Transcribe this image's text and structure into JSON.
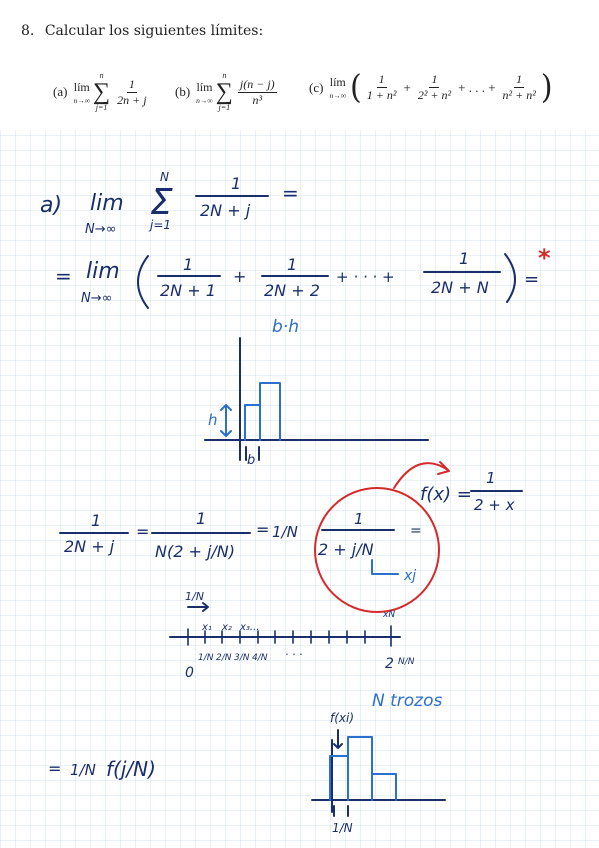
{
  "exercise": {
    "number": "8.",
    "title": "Calcular los siguientes límites:",
    "items": [
      {
        "label": "(a)",
        "lim_word": "lím",
        "lim_sub": "n→∞",
        "sum_upper": "n",
        "sum_lower": "j=1",
        "numerator": "1",
        "denominator": "2n + j"
      },
      {
        "label": "(b)",
        "lim_word": "lím",
        "lim_sub": "n→∞",
        "sum_upper": "n",
        "sum_lower": "j=1",
        "numerator": "j(n − j)",
        "denominator": "n³"
      },
      {
        "label": "(c)",
        "lim_word": "lím",
        "lim_sub": "n→∞",
        "terms": [
          {
            "numerator": "1",
            "denominator": "1 + n²"
          },
          {
            "numerator": "1",
            "denominator": "2² + n²"
          },
          {
            "numerator": "1",
            "denominator": "n² + n²"
          }
        ],
        "ellipsis": "+ . . . +"
      }
    ]
  },
  "notes": {
    "part_a_label": "a)",
    "lim": "lim",
    "lim_sub": "N→∞",
    "sum_upper": "N",
    "sum_lower": "j=1",
    "frac_num": "1",
    "frac_den": "2N + j",
    "equals": "=",
    "line2": {
      "t1_den": "2N + 1",
      "t2_den": "2N + 2",
      "t3_den": "2N + N",
      "dots": "+ · · · +",
      "star": "*"
    },
    "area_label": "b·h",
    "height_label": "h",
    "base_label": "b",
    "function_def": {
      "lhs": "f(x) =",
      "num": "1",
      "den": "2 + x"
    },
    "rewrite": {
      "num1": "1",
      "den1": "2N + j",
      "num2": "1",
      "den2": "N(2 + j/N)",
      "factor": "1/N",
      "inner_num": "1",
      "inner_den": "2 + j/N",
      "xj": "xj"
    },
    "axis": {
      "step_label": "1/N",
      "x_labels": [
        "x₁",
        "x₂",
        "x₃..."
      ],
      "ticks": [
        "1/N",
        "2/N",
        "3/N",
        "4/N"
      ],
      "dots": "· · ·",
      "end_top": "xN",
      "end": "2",
      "end_frac": "N/N",
      "origin": "0"
    },
    "n_trozos": "N trozos",
    "final": {
      "factor": "1/N",
      "f": "f(j/N)"
    },
    "hist_fxi": "f(xi)",
    "hist_base": "1/N"
  },
  "colors": {
    "grid": "#c8dcef",
    "ink": "#1a2e6b",
    "red": "#d62a2a",
    "bar_blue": "#2b6fcf"
  }
}
